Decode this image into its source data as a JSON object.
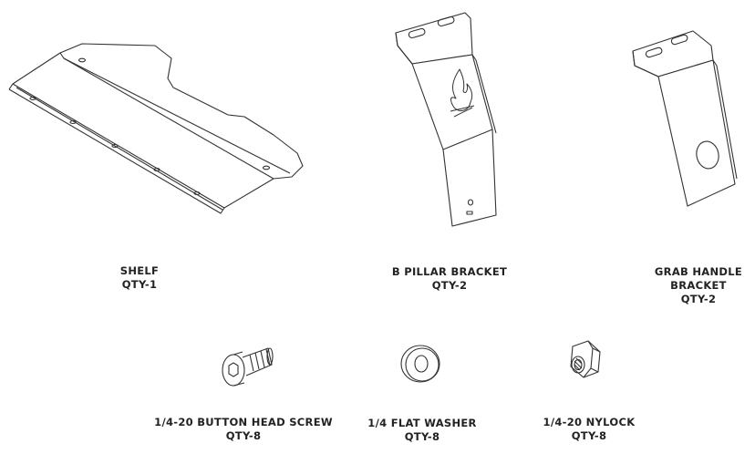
{
  "parts": [
    {
      "id": "shelf",
      "name": "SHELF",
      "qty": "QTY-1"
    },
    {
      "id": "b_pillar",
      "name": "B PILLAR BRACKET",
      "qty": "QTY-2"
    },
    {
      "id": "grab_handle",
      "name_line1": "GRAB HANDLE",
      "name_line2": "BRACKET",
      "qty": "QTY-2"
    },
    {
      "id": "screw",
      "name": "1/4-20 BUTTON HEAD SCREW",
      "qty": "QTY-8"
    },
    {
      "id": "washer",
      "name": "1/4 FLAT WASHER",
      "qty": "QTY-8"
    },
    {
      "id": "nylock",
      "name": "1/4-20 NYLOCK",
      "qty": "QTY-8"
    }
  ],
  "icons": [
    "shelf-drawing",
    "b-pillar-bracket-drawing",
    "flame-logo-icon",
    "grab-handle-bracket-drawing",
    "button-head-screw-drawing",
    "flat-washer-drawing",
    "nylock-nut-drawing"
  ]
}
